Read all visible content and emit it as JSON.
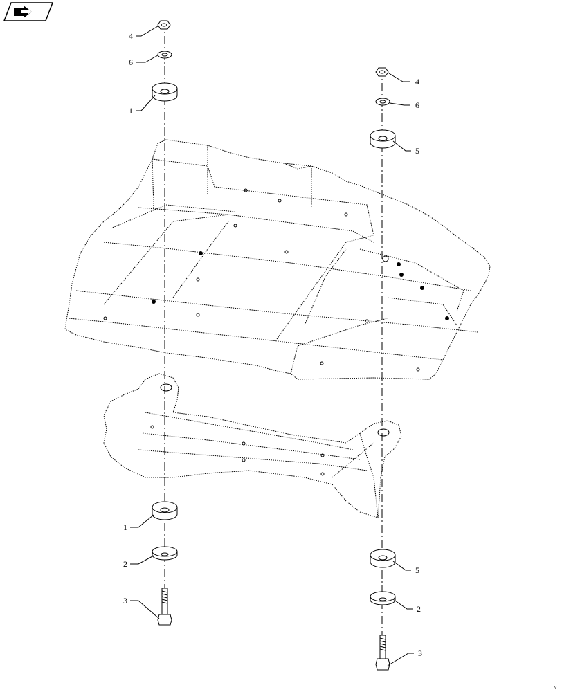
{
  "icon": "navigation-arrow-icon",
  "callouts": {
    "left_nut": "4",
    "left_washer_top": "6",
    "left_mount_top": "1",
    "left_mount_bottom": "1",
    "left_washer_bottom": "2",
    "left_bolt": "3",
    "right_nut": "4",
    "right_washer_top": "6",
    "right_mount_top": "5",
    "right_mount_bottom": "5",
    "right_washer_bottom": "2",
    "right_bolt": "3"
  },
  "corner_mark": "N"
}
